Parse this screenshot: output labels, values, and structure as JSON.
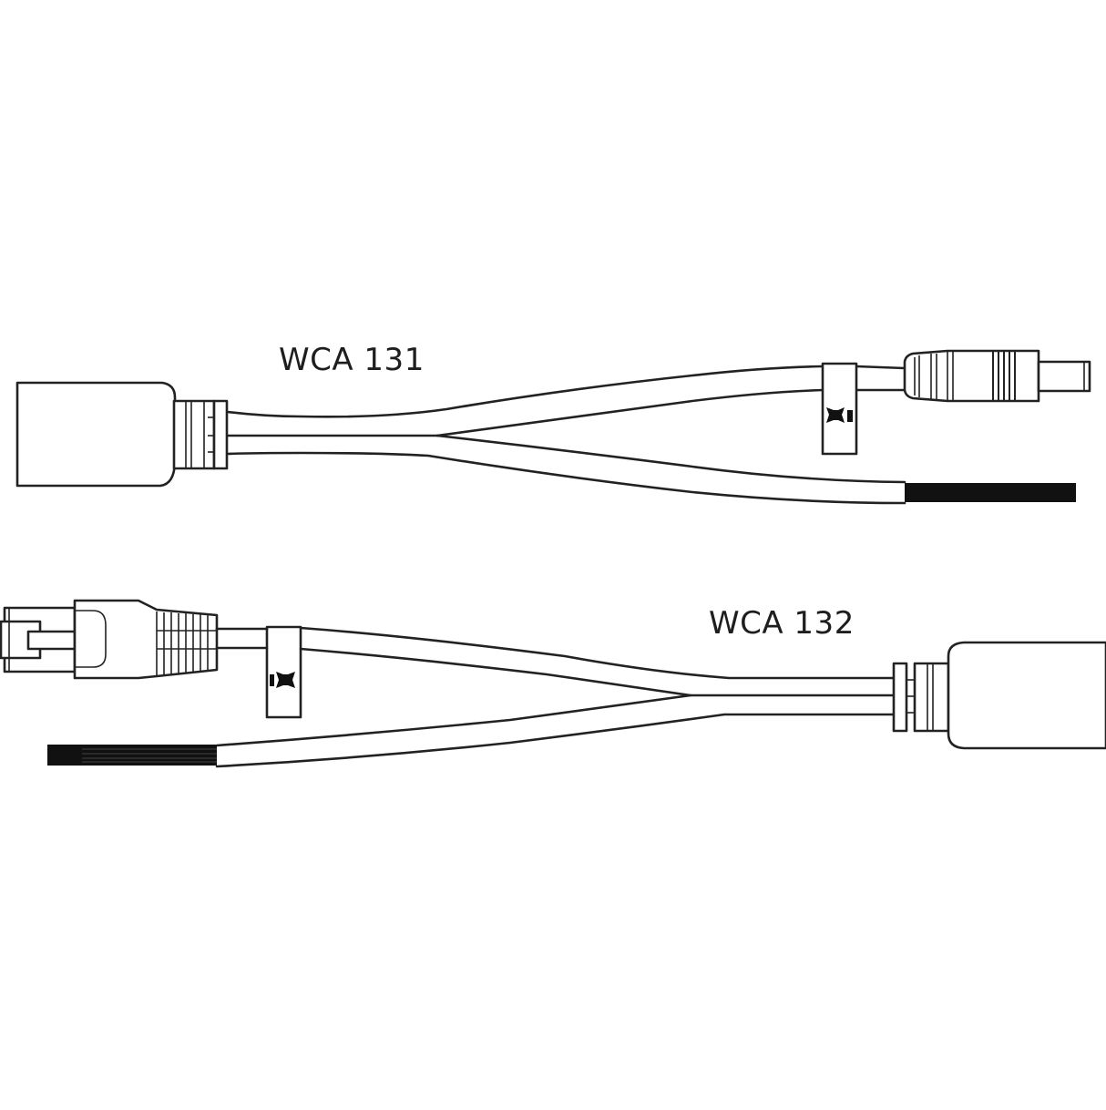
{
  "diagram": {
    "title": "",
    "background": "#ffffff",
    "line_color": "#222222",
    "cables": [
      {
        "id": "wca131",
        "label": "WCA 131",
        "description": "Y-splitter cable: rectangular female connector on left, splitting into DC barrel plug (upper branch, with cable tie) and bare-lead/stripped wire end (lower branch)",
        "left_end": "rectangular-connector-housing",
        "right_upper_end": "dc-barrel-plug",
        "right_lower_end": "bare-wire-end",
        "cable_tie": "upper-branch"
      },
      {
        "id": "wca132",
        "label": "WCA 132",
        "description": "Y-splitter cable: RJ45 modular plug (upper branch, with cable tie) and bare-lead/stripped wire end (lower branch) on left, joining into a rectangular connector housing on right",
        "left_upper_end": "rj45-plug",
        "left_lower_end": "bare-wire-end",
        "right_end": "rectangular-connector-housing",
        "cable_tie": "upper-branch"
      }
    ]
  }
}
